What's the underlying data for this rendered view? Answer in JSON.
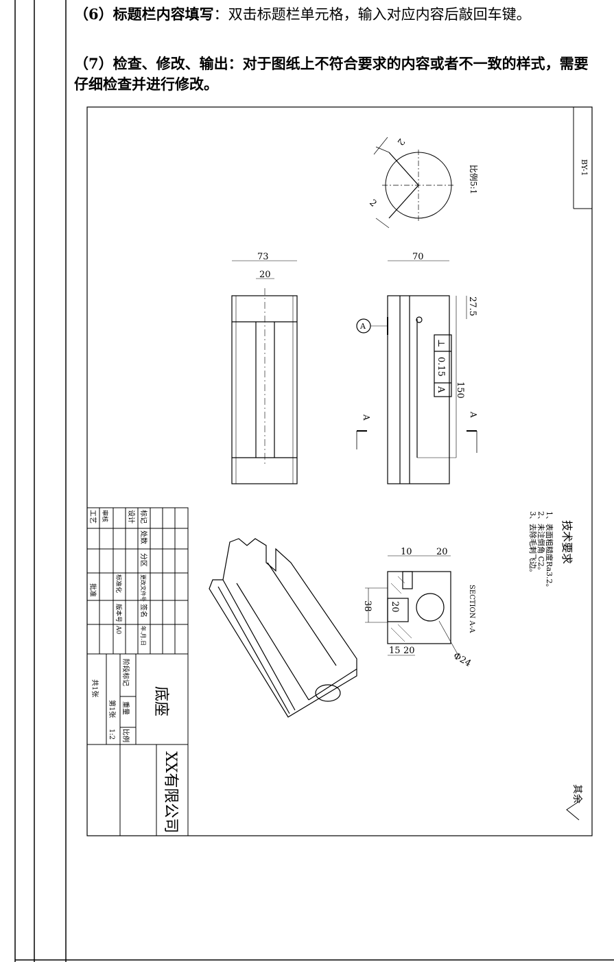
{
  "steps": [
    {
      "heading": "（6）标题栏内容填写",
      "body": "：双击标题栏单元格，输入对应内容后敲回车键。"
    },
    {
      "heading": "（7）检查、修改、输出：对于图纸上不符合要求的内容或者不一致的样式，需要仔细检查并进行修改。",
      "body": ""
    }
  ],
  "drawing": {
    "sheet_code": "BY-1",
    "detail_scale": "比例5:1",
    "detail_dims": [
      "2",
      "2"
    ],
    "front_dims": {
      "width": "73",
      "slot": "20"
    },
    "side_dims": {
      "width": "70",
      "top": "27.5",
      "height": "150"
    },
    "datum": "A",
    "tolerance": {
      "symbol": "⊥",
      "value": "0.15",
      "datum": "A"
    },
    "section_mark": "A",
    "section_label": "SECTION A-A",
    "section_dims": [
      "10",
      "20",
      "38",
      "20",
      "15",
      "20",
      "Φ24"
    ],
    "tech_req": {
      "title": "技术要求",
      "items": [
        "1、表面粗糙度Ra3.2。",
        "2、未注倒角 C2。",
        "3、去除毛刺飞边。"
      ]
    },
    "roughness_note": "其余",
    "title_block": {
      "part_name": "底座",
      "company": "XX有限公司",
      "scale": "1:2",
      "labels": [
        "标记",
        "处数",
        "分区",
        "更改文件号",
        "签名",
        "年.月.日",
        "设计",
        "标准化",
        "审核",
        "工艺",
        "批准",
        "阶段标记",
        "重量",
        "比例",
        "共1张",
        "第1张",
        "版本号",
        "A0"
      ]
    }
  }
}
